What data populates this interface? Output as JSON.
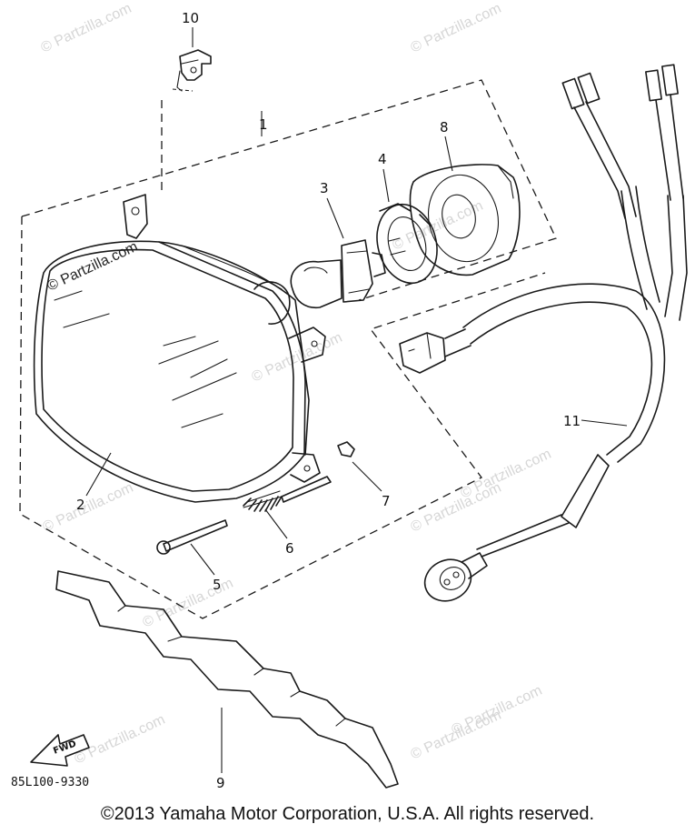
{
  "watermarks": [
    "© Partzilla.com",
    "© Partzilla.com",
    "© Partzilla.com",
    "© Partzilla.com",
    "© Partzilla.com",
    "© Partzilla.com",
    "© Partzilla.com",
    "© Partzilla.com",
    "© Partzilla.com",
    "© Partzilla.com",
    "© Partzilla.com"
  ],
  "callouts": {
    "assembly": "1",
    "lens_unit": "2",
    "bulb": "3",
    "socket": "4",
    "screw": "5",
    "spring": "6",
    "nut": "7",
    "cover": "8",
    "stay": "9",
    "bracket": "10",
    "harness": "11"
  },
  "fwd_label": "FWD",
  "part_code": "85L100-9330",
  "copyright": "©2013  Yamaha Motor Corporation, U.S.A. All rights reserved."
}
